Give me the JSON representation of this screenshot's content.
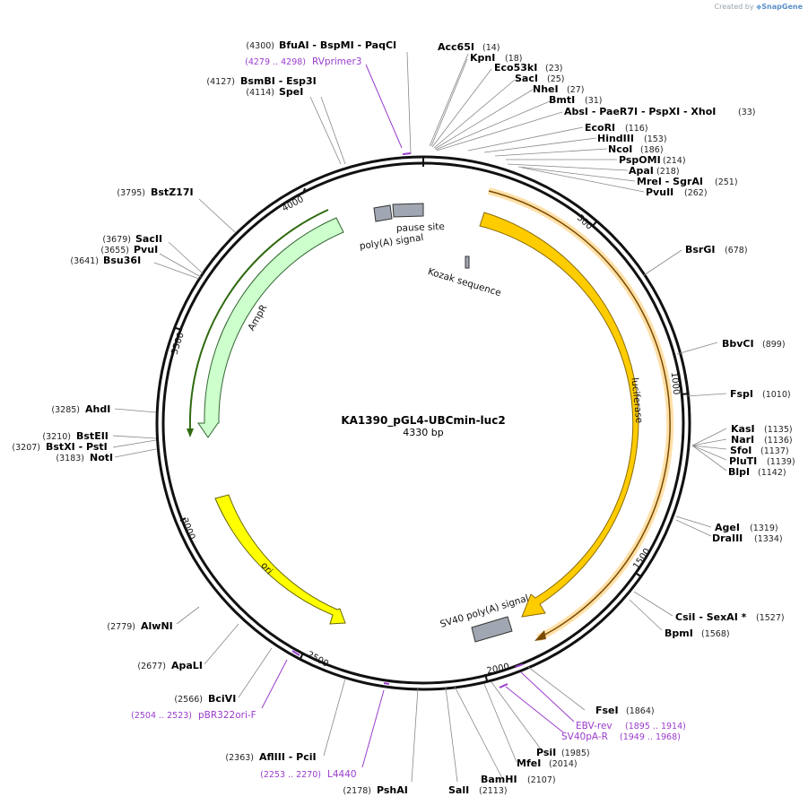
{
  "credit": {
    "prefix": "Created by",
    "brand": "SnapGene"
  },
  "plasmid": {
    "name": "KA1390_pGL4-UBCmin-luc2",
    "size_label": "4330 bp"
  },
  "ticks": [
    "500",
    "1000",
    "1500",
    "2000",
    "2500",
    "3000",
    "3500",
    "4000"
  ],
  "features": [
    {
      "label": "luciferase",
      "color": "#ffcc00"
    },
    {
      "label": "SV40 poly(A) signal",
      "color": "#a0a7b2"
    },
    {
      "label": "ori",
      "color": "#ffff00"
    },
    {
      "label": "AmpR",
      "color": "#ccffcc"
    },
    {
      "label": "poly(A) signal",
      "color": "#a0a7b2"
    },
    {
      "label": "pause site",
      "color": "#a0a7b2"
    },
    {
      "label": "Kozak sequence",
      "color": "#a0a7b2"
    }
  ],
  "sites": [
    {
      "names": "BfuAI - BspMI - PaqCI",
      "pos": "(4300)"
    },
    {
      "names": "BsmBI - Esp3I",
      "pos": "(4127)"
    },
    {
      "names": "SpeI",
      "pos": "(4114)"
    },
    {
      "names": "BstZ17I",
      "pos": "(3795)"
    },
    {
      "names": "SacII",
      "pos": "(3679)"
    },
    {
      "names": "PvuI",
      "pos": "(3655)"
    },
    {
      "names": "Bsu36I",
      "pos": "(3641)"
    },
    {
      "names": "AhdI",
      "pos": "(3285)"
    },
    {
      "names": "BstEII",
      "pos": "(3210)"
    },
    {
      "names": "BstXI - PstI",
      "pos": "(3207)"
    },
    {
      "names": "NotI",
      "pos": "(3183)"
    },
    {
      "names": "AlwNI",
      "pos": "(2779)"
    },
    {
      "names": "ApaLI",
      "pos": "(2677)"
    },
    {
      "names": "BciVI",
      "pos": "(2566)"
    },
    {
      "names": "AflIII - PciI",
      "pos": "(2363)"
    },
    {
      "names": "PshAI",
      "pos": "(2178)"
    },
    {
      "names": "SalI",
      "pos": "(2113)"
    },
    {
      "names": "BamHI",
      "pos": "(2107)"
    },
    {
      "names": "MfeI",
      "pos": "(2014)"
    },
    {
      "names": "PsiI",
      "pos": "(1985)"
    },
    {
      "names": "FseI",
      "pos": "(1864)"
    },
    {
      "names": "BpmI",
      "pos": "(1568)"
    },
    {
      "names": "CsiI - SexAI *",
      "pos": "(1527)"
    },
    {
      "names": "DraIII",
      "pos": "(1334)"
    },
    {
      "names": "AgeI",
      "pos": "(1319)"
    },
    {
      "names": "BlpI",
      "pos": "(1142)"
    },
    {
      "names": "PluTI",
      "pos": "(1139)"
    },
    {
      "names": "SfoI",
      "pos": "(1137)"
    },
    {
      "names": "NarI",
      "pos": "(1136)"
    },
    {
      "names": "KasI",
      "pos": "(1135)"
    },
    {
      "names": "FspI",
      "pos": "(1010)"
    },
    {
      "names": "BbvCI",
      "pos": "(899)"
    },
    {
      "names": "BsrGI",
      "pos": "(678)"
    },
    {
      "names": "Acc65I",
      "pos": "(14)"
    },
    {
      "names": "KpnI",
      "pos": "(18)"
    },
    {
      "names": "Eco53kI",
      "pos": "(23)"
    },
    {
      "names": "SacI",
      "pos": "(25)"
    },
    {
      "names": "NheI",
      "pos": "(27)"
    },
    {
      "names": "BmtI",
      "pos": "(31)"
    },
    {
      "names": "AbsI - PaeR7I - PspXI - XhoI",
      "pos": "(33)"
    },
    {
      "names": "EcoRI",
      "pos": "(116)"
    },
    {
      "names": "HindIII",
      "pos": "(153)"
    },
    {
      "names": "NcoI",
      "pos": "(186)"
    },
    {
      "names": "PspOMI",
      "pos": "(214)"
    },
    {
      "names": "ApaI",
      "pos": "(218)"
    },
    {
      "names": "MreI - SgrAI",
      "pos": "(251)"
    },
    {
      "names": "PvuII",
      "pos": "(262)"
    }
  ],
  "primers": [
    {
      "name": "RVprimer3",
      "range": "(4279 .. 4298)"
    },
    {
      "name": "pBR322ori-F",
      "range": "(2504 .. 2523)"
    },
    {
      "name": "L4440",
      "range": "(2253 .. 2270)"
    },
    {
      "name": "EBV-rev",
      "range": "(1895 .. 1914)"
    },
    {
      "name": "SV40pA-R",
      "range": "(1949 .. 1968)"
    }
  ]
}
